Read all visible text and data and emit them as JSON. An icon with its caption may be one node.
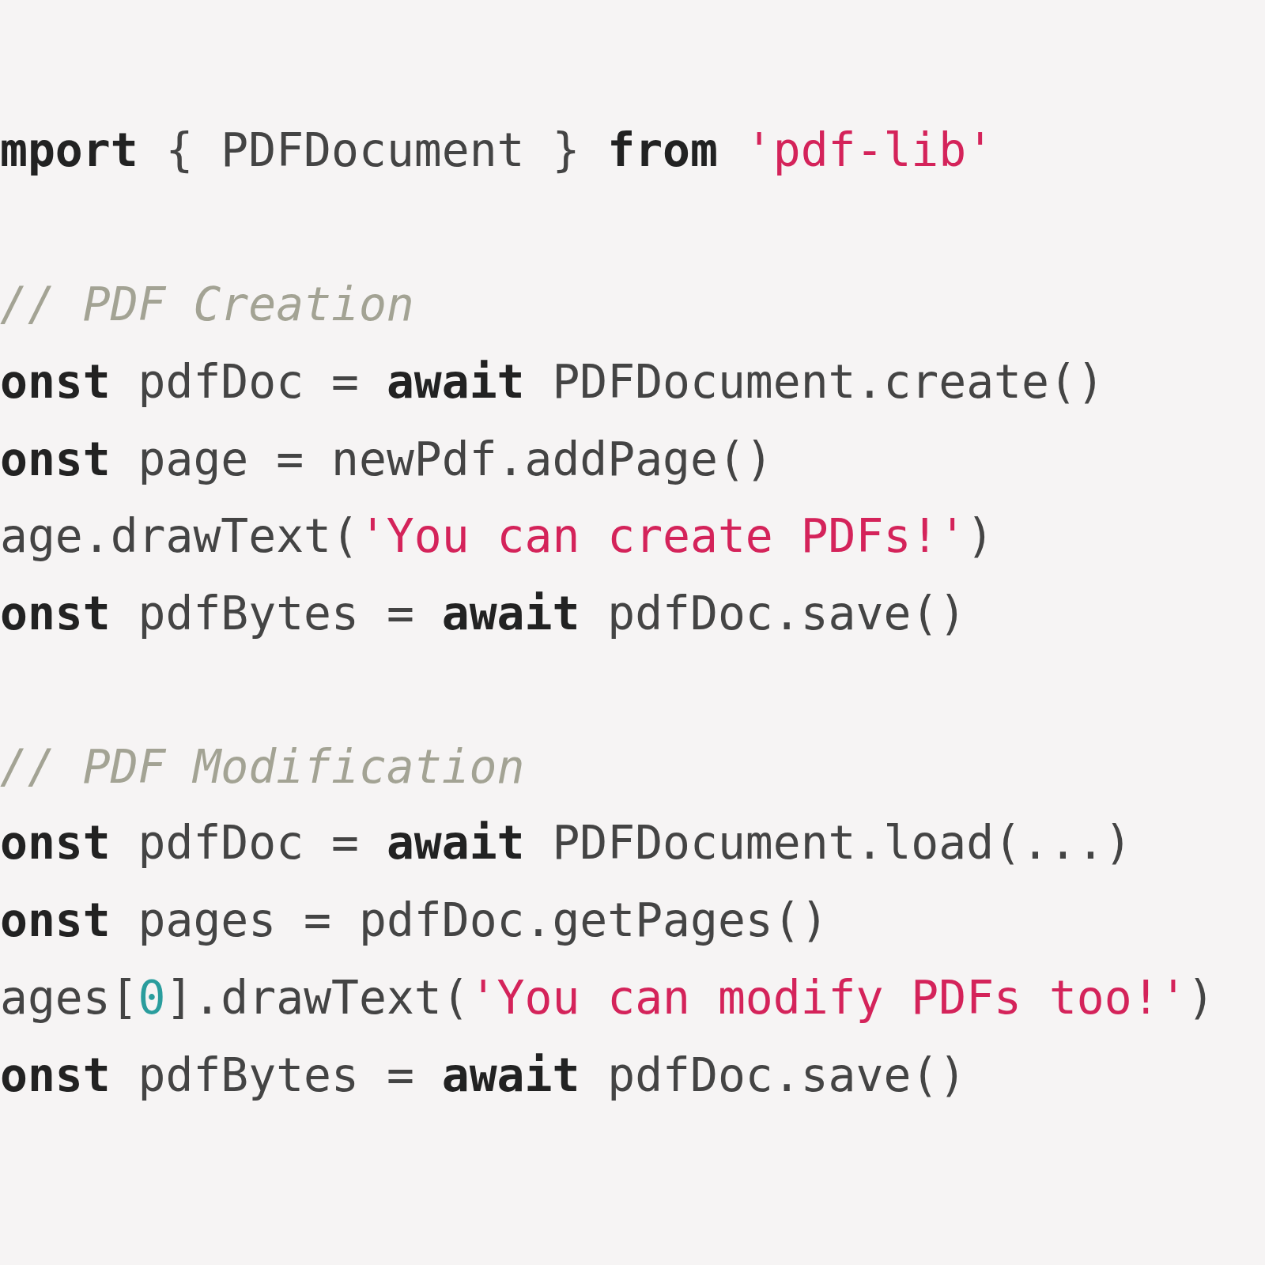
{
  "diagram": {
    "labels": [
      "**mport** { PDFDocument } **from** 'pdf-lib'",
      "// PDF Creation",
      "**onst** pdfDoc = **await** PDFDocument.create()",
      "**onst** page = newPdf.addPage()",
      "age.drawText('You can create PDFs!')",
      "**onst** pdfBytes = **await** pdfDoc.save()",
      "// PDF Modification",
      "**onst** pdfDoc = **await** PDFDocument.load(...)",
      "**onst** pages = pdfDoc.getPages()",
      "ages[0].drawText('You can modify PDFs too!')",
      "**onst** pdfBytes = **await** pdfDoc.save()"
    ]
  }
}
